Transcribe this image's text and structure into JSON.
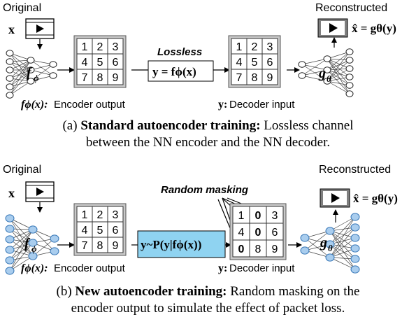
{
  "panel_a": {
    "original_label": "Original",
    "input_symbol": "x",
    "encoder_symbol": "f",
    "encoder_subscript": "ϕ",
    "grid_values": [
      "1",
      "2",
      "3",
      "4",
      "5",
      "6",
      "7",
      "8",
      "9"
    ],
    "channel_title": "Lossless",
    "channel_formula": "y = fϕ(x)",
    "encoder_output_math": "fϕ(x):",
    "encoder_output_text": "Encoder output",
    "decoder_input_math": "y:",
    "decoder_input_text": "Decoder input",
    "decoder_symbol": "g",
    "decoder_subscript": "θ",
    "reconstructed_label": "Reconstructed",
    "reconstruction_formula": "x̂ = gθ(y)",
    "caption_bold": "Standard autoencoder training:",
    "caption_prefix": "(a)",
    "caption_rest": "Lossless channel",
    "caption_line2": "between the NN encoder and the NN decoder."
  },
  "panel_b": {
    "original_label": "Original",
    "input_symbol": "x",
    "encoder_symbol": "f",
    "encoder_subscript": "ϕ",
    "grid_values": [
      "1",
      "2",
      "3",
      "4",
      "5",
      "6",
      "7",
      "8",
      "9"
    ],
    "masked_grid_values": [
      "1",
      "0",
      "3",
      "4",
      "0",
      "6",
      "0",
      "8",
      "9"
    ],
    "masking_title": "Random masking",
    "channel_formula": "y~P(y|fϕ(x))",
    "encoder_output_math": "fϕ(x):",
    "encoder_output_text": "Encoder output",
    "decoder_input_math": "y:",
    "decoder_input_text": "Decoder input",
    "decoder_symbol": "g",
    "decoder_subscript": "θ",
    "reconstructed_label": "Reconstructed",
    "reconstruction_formula": "x̂ = gθ(y)",
    "caption_prefix": "(b)",
    "caption_bold": "New autoencoder training:",
    "caption_rest": "Random masking on the",
    "caption_line2": "encoder output to simulate the effect of packet loss."
  },
  "colors": {
    "grid_fill": "#c9c9c9",
    "grid_stroke": "#555555",
    "node_fill_b": "#a9cdee",
    "node_stroke_b": "#3a79b8",
    "channel_fill_b": "#8fd3f1",
    "video_icon_fill": "#7f7f7f"
  }
}
